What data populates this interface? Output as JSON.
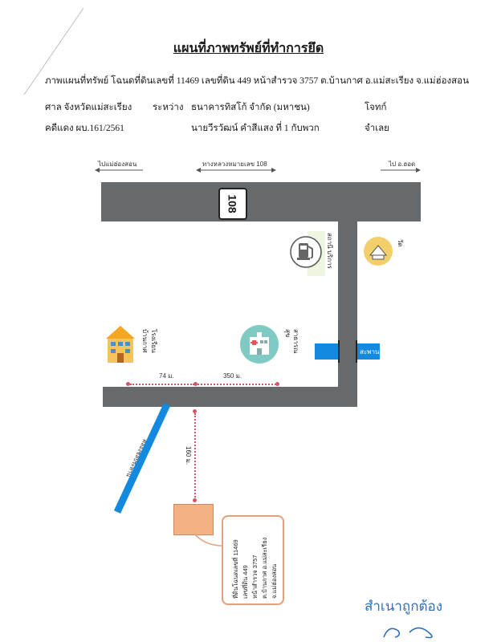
{
  "title": "แผนที่ภาพทรัพย์ที่ทำการยึด",
  "header_line": "ภาพแผนที่ทรัพย์   โฉนดที่ดินเลขที่ 11469 เลขที่ดิน 449 หน้าสำรวจ 3757 ต.บ้านกาศ อ.แม่สะเรียง จ.แม่ฮ่องสอน",
  "case": {
    "court": "ศาล จังหวัดแม่สะเรียง",
    "between": "ระหว่าง",
    "plaintiff_name": "ธนาคารทิสโก้ จำกัด (มหาชน)",
    "plaintiff_role": "โจทก์",
    "case_no": "คดีแดง ผบ.161/2561",
    "defendant_name": "นายวีรวัฒน์ คำสีแสง ที่ 1 กับพวก",
    "defendant_role": "จำเลย"
  },
  "directions": {
    "left": "ไปแม่ฮ่องสอน",
    "center": "ทางหลวงหมายเลข 108",
    "right": "ไป อ.ฮอด"
  },
  "highway_shield": "108",
  "landmarks": {
    "gas": "สถานี บริการ",
    "temple": "วัด",
    "school_1": "โรงเรียน",
    "school_2": "บ้านกาศ",
    "hospital_1": "สาธารณ",
    "hospital_2": "สุข",
    "bridge": "สะพาน",
    "canal": "คลองชลประทาน"
  },
  "distances": {
    "left": "74 ม.",
    "right": "350 ม.",
    "down": "160 ม."
  },
  "property_label": [
    "ที่ดินโฉนดเลขที่ 11469",
    "เลขที่ดิน 449",
    "หน้าสำรวจ 3757",
    "ต.บ้านกาศ อ.แม่สะเรียง",
    "จ.แม่ฮ่องสอน"
  ],
  "certify_stamp": "สำเนาถูกต้อง",
  "colors": {
    "road": "#666a6d",
    "property": "#f4b183",
    "accent": "#d2566a",
    "water": "#1389e0"
  }
}
